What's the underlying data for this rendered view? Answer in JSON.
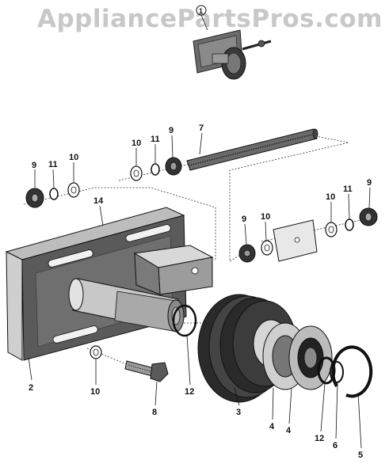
{
  "watermark": "AppliancePartsPros.com",
  "inset_label": "1",
  "callouts": {
    "c7": "7",
    "c9a": "9",
    "c11a": "11",
    "c10a": "10",
    "c10b": "10",
    "c11b": "11",
    "c9b": "9",
    "c14": "14",
    "c9c": "9",
    "c10c": "10",
    "c10d": "10",
    "c11c": "11",
    "c9d": "9",
    "c2": "2",
    "c10e": "10",
    "c8": "8",
    "c12a": "12",
    "c3": "3",
    "c4a": "4",
    "c4b": "4",
    "c12b": "12",
    "c6": "6",
    "c5": "5"
  }
}
